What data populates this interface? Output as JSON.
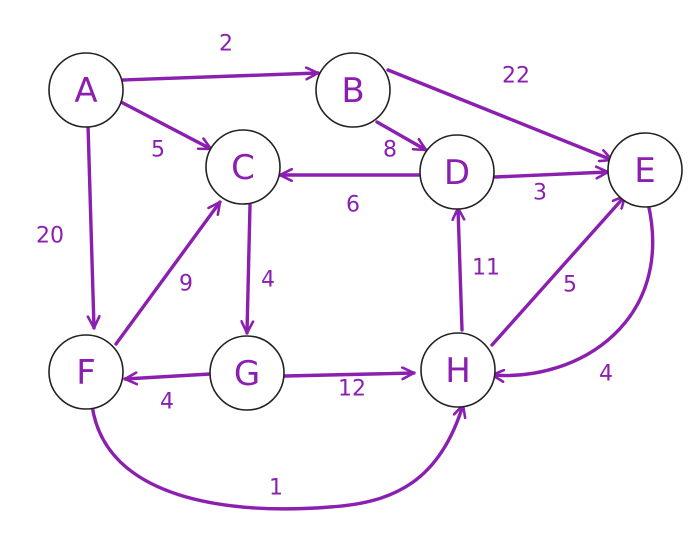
{
  "graph": {
    "nodes": [
      {
        "id": "A",
        "label": "A"
      },
      {
        "id": "B",
        "label": "B"
      },
      {
        "id": "C",
        "label": "C"
      },
      {
        "id": "D",
        "label": "D"
      },
      {
        "id": "E",
        "label": "E"
      },
      {
        "id": "F",
        "label": "F"
      },
      {
        "id": "G",
        "label": "G"
      },
      {
        "id": "H",
        "label": "H"
      }
    ],
    "edges": [
      {
        "from": "A",
        "to": "B",
        "weight": "2"
      },
      {
        "from": "A",
        "to": "C",
        "weight": "5"
      },
      {
        "from": "A",
        "to": "F",
        "weight": "20"
      },
      {
        "from": "B",
        "to": "E",
        "weight": "22"
      },
      {
        "from": "B",
        "to": "D",
        "weight": "8"
      },
      {
        "from": "D",
        "to": "C",
        "weight": "6"
      },
      {
        "from": "D",
        "to": "E",
        "weight": "3"
      },
      {
        "from": "C",
        "to": "G",
        "weight": "4"
      },
      {
        "from": "F",
        "to": "C",
        "weight": "9"
      },
      {
        "from": "G",
        "to": "F",
        "weight": "4"
      },
      {
        "from": "G",
        "to": "H",
        "weight": "12"
      },
      {
        "from": "H",
        "to": "D",
        "weight": "11"
      },
      {
        "from": "H",
        "to": "E",
        "weight": "5"
      },
      {
        "from": "E",
        "to": "H",
        "weight": "4"
      },
      {
        "from": "F",
        "to": "H",
        "weight": "1"
      }
    ],
    "colors": {
      "edge": "#8a1fb0",
      "node_outline": "#222222",
      "node_fill": "#ffffff"
    }
  }
}
